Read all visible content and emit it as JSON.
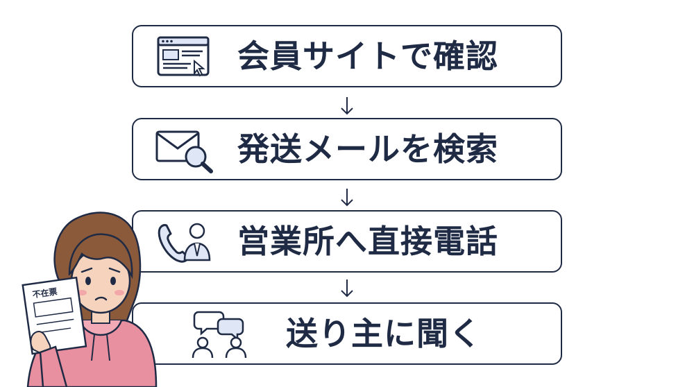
{
  "steps": [
    {
      "label": "会員サイトで確認",
      "icon": "browser-window-icon"
    },
    {
      "label": "発送メールを検索",
      "icon": "mail-search-icon"
    },
    {
      "label": "営業所へ直接電話",
      "icon": "phone-person-icon"
    },
    {
      "label": "送り主に聞く",
      "icon": "chat-people-icon"
    }
  ],
  "notice_card": {
    "title": "不在票"
  },
  "colors": {
    "ink": "#1f2a44",
    "accent": "#dfe6f5",
    "hoodie": "#e88fa0",
    "hair": "#8a5a3b"
  }
}
